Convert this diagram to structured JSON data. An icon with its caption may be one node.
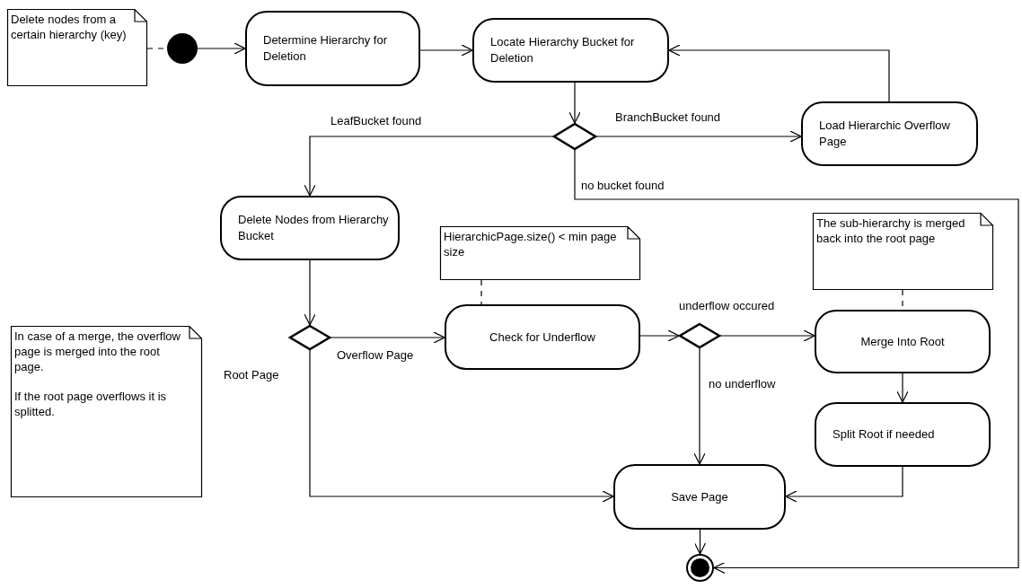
{
  "diagram": {
    "nodes": [
      {
        "text": [
          "Delete nodes from a certain hierarchy (key)"
        ]
      },
      {
        "text": [],
        "shape": "circle"
      },
      {
        "text": [
          "Determine Hierarchy for Deletion"
        ]
      },
      {
        "text": [
          "Locate Hierarchy Bucket for Deletion"
        ]
      },
      {
        "text": [],
        "shape": "diamond"
      },
      {
        "text": [
          "Load Hierarchic Overflow Page"
        ]
      },
      {
        "text": [
          "Delete Nodes from Hierarchy Bucket"
        ]
      },
      {
        "text": [
          "HierarchicPage.size() < min page size"
        ]
      },
      {
        "text": [
          "The sub-hierarchy is merged back into the root page"
        ]
      },
      {
        "text": [
          "In case of a merge, the overflow page is merged into the root page.",
          "If the root page overflows it is splitted."
        ]
      },
      {
        "text": [],
        "shape": "diamond"
      },
      {
        "text": [
          "Check for Underflow"
        ]
      },
      {
        "text": [],
        "shape": "diamond"
      },
      {
        "text": [
          "Merge Into Root"
        ]
      },
      {
        "text": [
          "Split Root if needed"
        ]
      },
      {
        "text": [
          "Save Page"
        ]
      },
      {
        "text": [],
        "shape": "circle"
      }
    ],
    "edges": [
      {
        "from": 0,
        "to": 1,
        "arrow": "none",
        "style": "dashed"
      },
      {
        "from": 1,
        "to": 2,
        "arrow": "to"
      },
      {
        "from": 2,
        "to": 3,
        "arrow": "to"
      },
      {
        "from": 3,
        "to": 4,
        "arrow": "to"
      },
      {
        "from": 4,
        "to": 6,
        "arrow": "to",
        "label": "LeafBucket found"
      },
      {
        "from": 4,
        "to": 5,
        "arrow": "to",
        "label": "BranchBucket found"
      },
      {
        "from": 5,
        "to": 3,
        "arrow": "to"
      },
      {
        "from": 4,
        "to": 16,
        "arrow": "to",
        "label": "no bucket found"
      },
      {
        "from": 6,
        "to": 10,
        "arrow": "to"
      },
      {
        "from": 10,
        "to": 11,
        "arrow": "to",
        "label": "Overflow Page"
      },
      {
        "from": 10,
        "to": 15,
        "arrow": "to",
        "label": "Root Page"
      },
      {
        "from": 7,
        "to": 11,
        "arrow": "none",
        "style": "dashed"
      },
      {
        "from": 11,
        "to": 12,
        "arrow": "to"
      },
      {
        "from": 12,
        "to": 13,
        "arrow": "to",
        "label": "underflow occured"
      },
      {
        "from": 12,
        "to": 15,
        "arrow": "to",
        "label": "no underflow"
      },
      {
        "from": 8,
        "to": 13,
        "arrow": "none",
        "style": "dashed"
      },
      {
        "from": 13,
        "to": 14,
        "arrow": "to"
      },
      {
        "from": 14,
        "to": 15,
        "arrow": "to"
      },
      {
        "from": 15,
        "to": 16,
        "arrow": "to"
      }
    ]
  }
}
